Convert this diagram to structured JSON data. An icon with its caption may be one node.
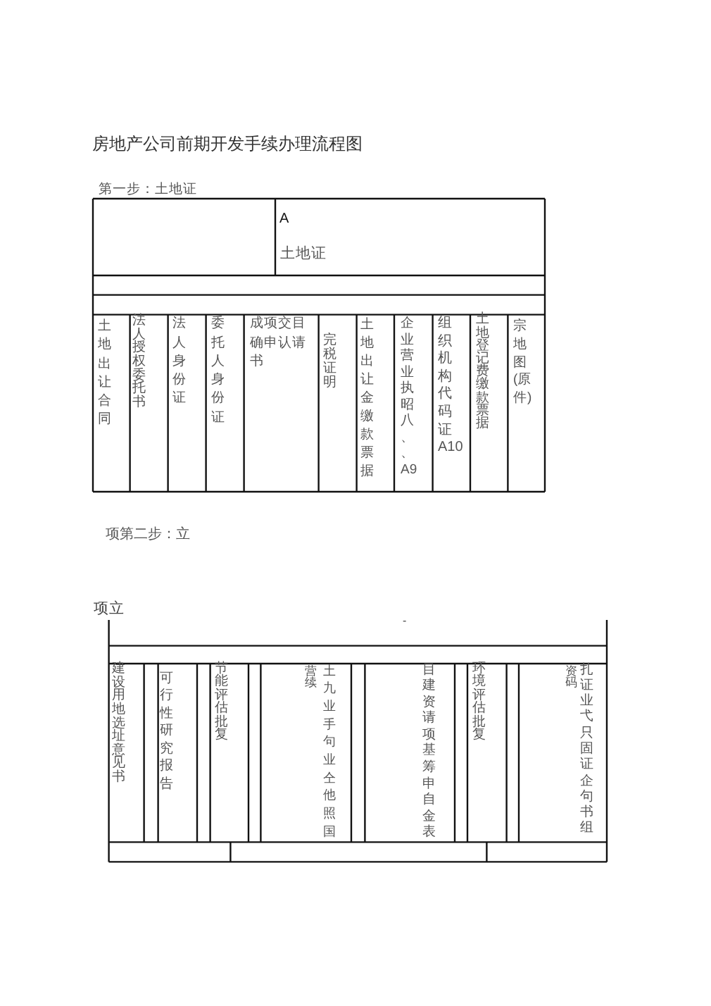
{
  "diagram": {
    "title": "房地产公司前期开发手续办理流程图",
    "labels": [
      "第一步：土地证",
      "A",
      "土地证",
      "土地出让合同",
      "法人授权委托书",
      "法人身份证",
      "委托人身份证",
      "成项交目确申认请书",
      "完税证明",
      "土地出让金缴款票据",
      "企业营业执昭八、、A9",
      "组织机构代码证A10",
      "土地登记费缴款票据",
      "宗地图(原件)",
      "项第二步：立",
      "项立",
      "-",
      "建设用地选址意见书",
      "可行性研究报告",
      "节能评估批复",
      "营续",
      "土九业手句业仝他照国",
      "目建资请项基筹申自金表",
      "环境评估批复",
      "资码",
      "扎证业弋只固证企句书组"
    ]
  }
}
